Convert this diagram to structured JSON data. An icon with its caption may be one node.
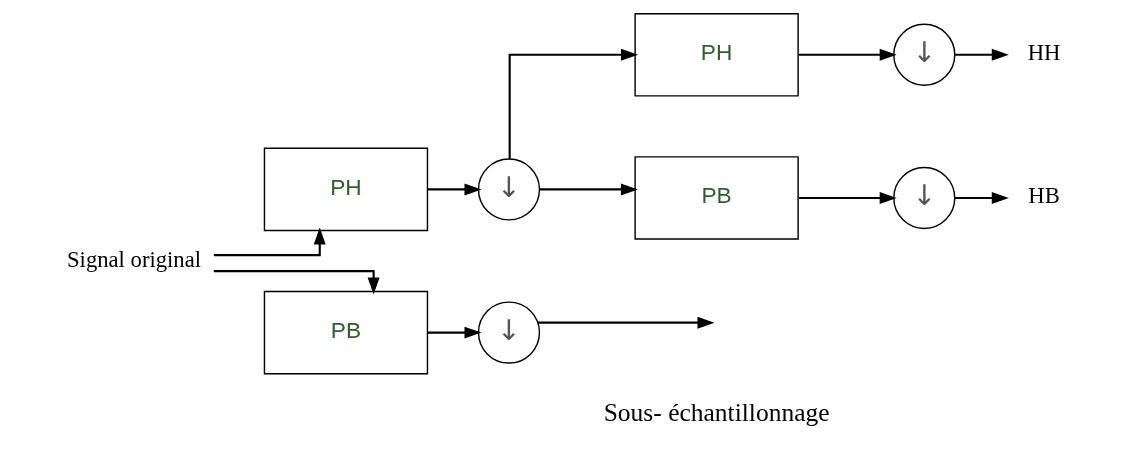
{
  "diagram": {
    "nodes": [
      {
        "text": [
          "Signal original"
        ]
      },
      {
        "text": [
          "PH"
        ]
      },
      {
        "text": [
          "↓"
        ]
      },
      {
        "text": [
          "PB"
        ]
      },
      {
        "text": [
          "↓"
        ]
      },
      {
        "text": [
          "PH"
        ]
      },
      {
        "text": [
          "↓"
        ]
      },
      {
        "text": [
          "PB"
        ]
      },
      {
        "text": [
          "↓"
        ]
      },
      {
        "text": [
          "HH"
        ]
      },
      {
        "text": [
          "HB"
        ]
      }
    ],
    "edges": [
      {
        "from": 0,
        "to": 1,
        "arrow": "to"
      },
      {
        "from": 0,
        "to": 3,
        "arrow": "to"
      },
      {
        "from": 1,
        "to": 2,
        "arrow": "to"
      },
      {
        "from": 3,
        "to": 4,
        "arrow": "to"
      },
      {
        "from": 4,
        "to": null,
        "arrow": "to"
      },
      {
        "from": 2,
        "to": 5,
        "arrow": "to"
      },
      {
        "from": 2,
        "to": 7,
        "arrow": "to"
      },
      {
        "from": 5,
        "to": 6,
        "arrow": "to"
      },
      {
        "from": 7,
        "to": 8,
        "arrow": "to"
      },
      {
        "from": 6,
        "to": 9,
        "arrow": "to"
      },
      {
        "from": 8,
        "to": 10,
        "arrow": "to"
      }
    ],
    "labels": [
      "Sous- échantillonnage"
    ]
  }
}
